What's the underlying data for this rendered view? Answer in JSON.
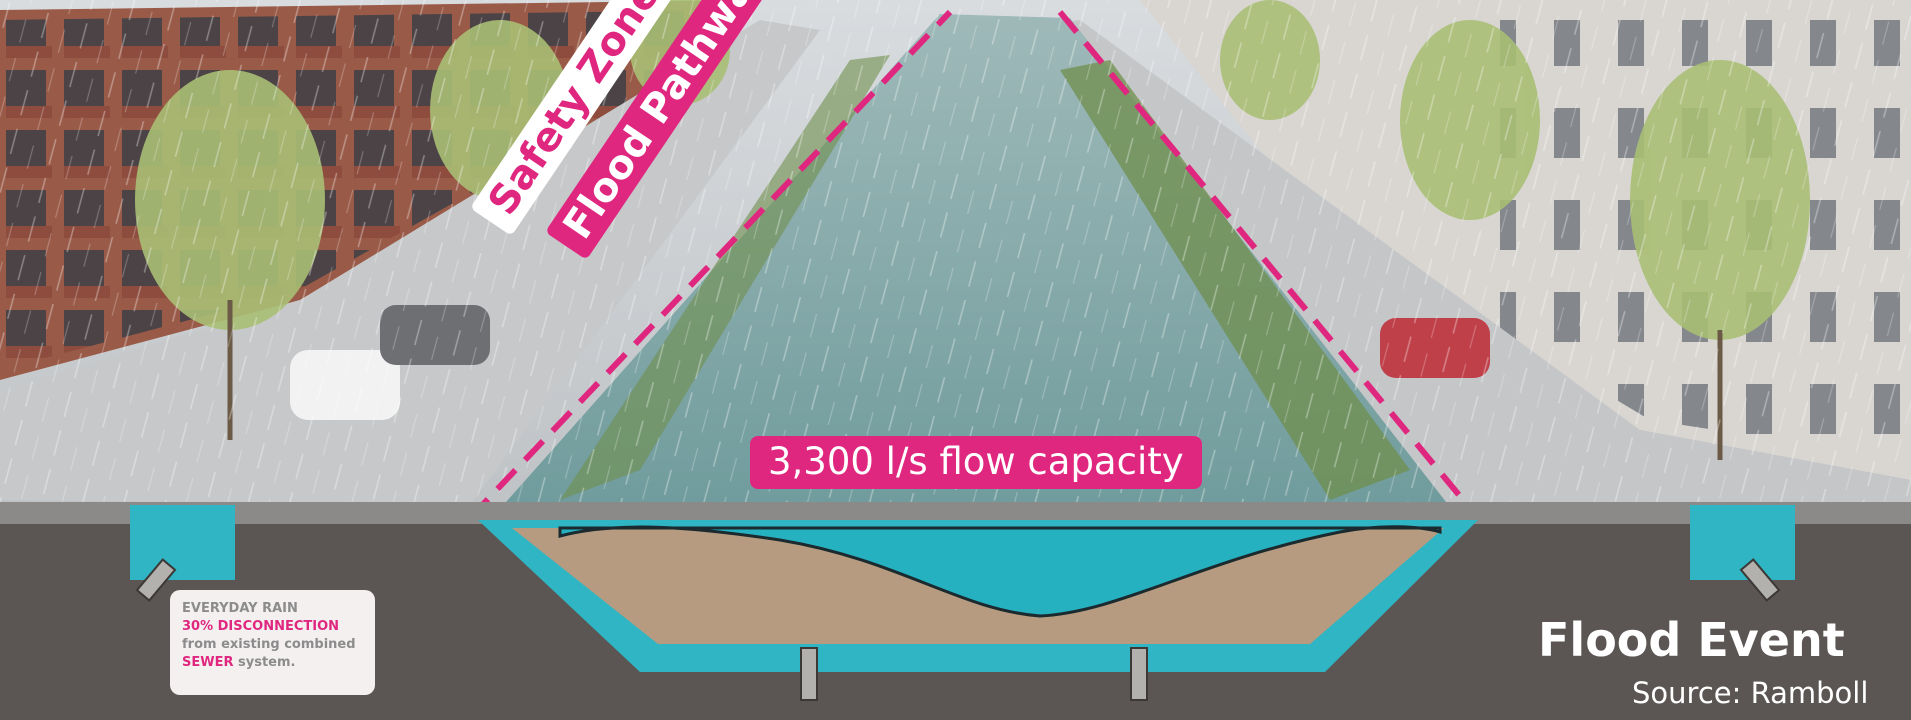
{
  "labels": {
    "safety_zone": "Safety Zone",
    "flood_pathway": "Flood Pathway",
    "flow_capacity": "3,300 l/s flow capacity",
    "flood_event": "Flood Event",
    "source": "Source: Ramboll"
  },
  "everyday_rain_box": {
    "title": "EVERYDAY RAIN",
    "highlight": "30% DISCONNECTION",
    "line2": "from existing combined",
    "keyword": "SEWER",
    "line3_rest": " system."
  },
  "colors": {
    "accent_magenta": "#e0277f",
    "water_cyan": "#1fb3c4",
    "ground_dark": "#5b5654",
    "street_grey": "#b9bdc1"
  }
}
